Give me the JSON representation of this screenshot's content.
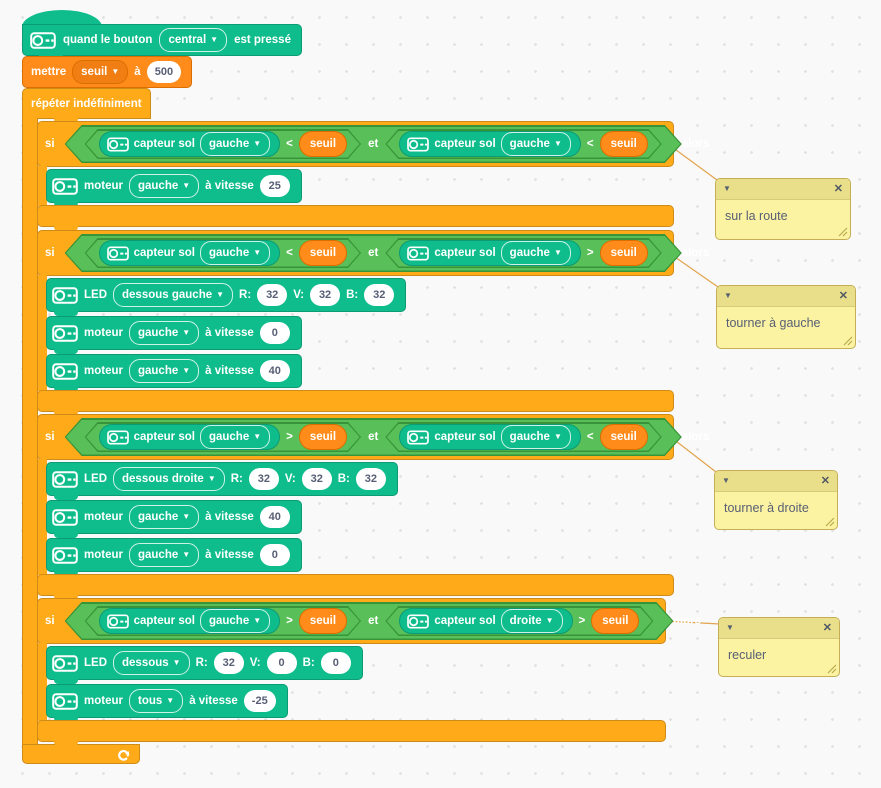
{
  "colors": {
    "extension_teal": "#0FBD8C",
    "extension_teal_border": "#0C9B74",
    "control_orange": "#FFAB19",
    "control_orange_border": "#CF8B17",
    "variable_orange": "#FF8C1A",
    "variable_orange_border": "#DB6E00",
    "operator_green": "#59C059",
    "operator_green_border": "#389438",
    "comment_body": "#FBF3A2",
    "comment_header": "#E9DE89",
    "connector_line": "#E2A44E",
    "canvas_background": "#F9F9F9",
    "value_text": "#575E75"
  },
  "hat": {
    "label_before": "quand le bouton",
    "button": "central",
    "label_after": "est pressé"
  },
  "set_block": {
    "verb": "mettre",
    "variable": "seuil",
    "preposition": "à",
    "value": "500"
  },
  "repeat_block": {
    "label": "répéter indéfiniment"
  },
  "labels": {
    "si": "si",
    "et": "et",
    "alors": "alors",
    "sensor": "capteur sol",
    "motor": "moteur",
    "speed": "à vitesse",
    "led": "LED",
    "r": "R:",
    "v": "V:",
    "b": "B:"
  },
  "ifs": [
    {
      "cond1": {
        "side": "gauche",
        "op": "<",
        "variable": "seuil"
      },
      "cond2": {
        "side": "gauche",
        "op": "<",
        "variable": "seuil"
      },
      "motor1": {
        "side": "gauche",
        "speed": "25"
      }
    },
    {
      "cond1": {
        "side": "gauche",
        "op": "<",
        "variable": "seuil"
      },
      "cond2": {
        "side": "gauche",
        "op": ">",
        "variable": "seuil"
      },
      "led": {
        "target": "dessous gauche",
        "r": "32",
        "v": "32",
        "b": "32"
      },
      "motor1": {
        "side": "gauche",
        "speed": "0"
      },
      "motor2": {
        "side": "gauche",
        "speed": "40"
      }
    },
    {
      "cond1": {
        "side": "gauche",
        "op": ">",
        "variable": "seuil"
      },
      "cond2": {
        "side": "gauche",
        "op": "<",
        "variable": "seuil"
      },
      "led": {
        "target": "dessous droite",
        "r": "32",
        "v": "32",
        "b": "32"
      },
      "motor1": {
        "side": "gauche",
        "speed": "40"
      },
      "motor2": {
        "side": "gauche",
        "speed": "0"
      }
    },
    {
      "cond1": {
        "side": "gauche",
        "op": ">",
        "variable": "seuil"
      },
      "cond2": {
        "side": "droite",
        "op": ">",
        "variable": "seuil"
      },
      "led": {
        "target": "dessous",
        "r": "32",
        "v": "0",
        "b": "0"
      },
      "motor1": {
        "side": "tous",
        "speed": "-25"
      }
    }
  ],
  "comments": [
    {
      "text": "sur la route"
    },
    {
      "text": "tourner à gauche"
    },
    {
      "text": "tourner à droite"
    },
    {
      "text": "reculer"
    }
  ]
}
